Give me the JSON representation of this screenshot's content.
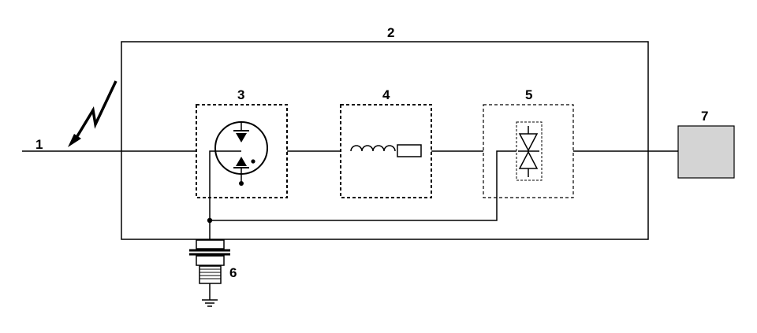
{
  "labels": {
    "input_line": "1",
    "enclosure": "2",
    "gas_discharge_tube": "3",
    "filter_stage": "4",
    "tvs_diode_stage": "5",
    "ground_bolt": "6",
    "protected_device": "7"
  },
  "colors": {
    "line": "#000000",
    "device_fill": "#d4d4d4",
    "background": "#ffffff"
  },
  "icons": {
    "surge": "lightning-arrow-icon",
    "gdt": "gas-discharge-tube-icon",
    "inductor": "inductor-coil-icon",
    "resistor": "resistor-icon",
    "tvs": "bidirectional-tvs-diode-icon",
    "ground": "ground-symbol-icon"
  }
}
